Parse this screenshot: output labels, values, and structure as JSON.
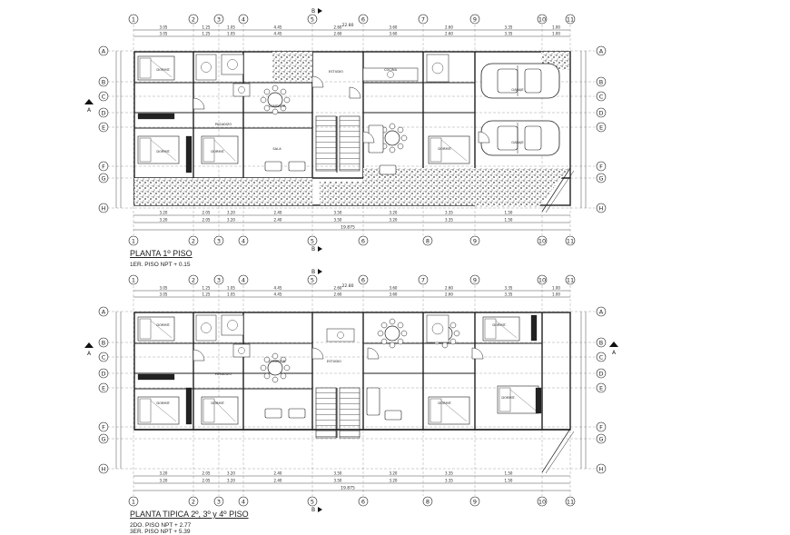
{
  "columns": [
    "1",
    "2",
    "3",
    "4",
    "5",
    "6",
    "7",
    "8",
    "9",
    "10",
    "11"
  ],
  "rows": [
    "A",
    "B",
    "C",
    "D",
    "E",
    "F",
    "G",
    "H"
  ],
  "section_letter": "B",
  "section_arrow": "A",
  "plan1": {
    "title": "PLANTA 1º PISO",
    "level_lines": [
      "1ER. PISO   NPT + 0.15"
    ],
    "top_overall": "22.80",
    "top_dims": [
      "3.05",
      "1.25",
      "1.05",
      "4.45",
      "2.60",
      "3.60",
      "2.60",
      "3.35",
      "1.00"
    ],
    "bottom_dims": [
      "3.20",
      "2.05",
      "3.20",
      "2.40",
      "3.50",
      "3.20",
      "3.35",
      "1.50"
    ],
    "bottom_overall": "19.875",
    "rooms": [
      "DORMIT.",
      "DORMIT.",
      "DORMIT.",
      "PASADIZO",
      "COMEDOR",
      "SALA",
      "COCINA",
      "ESTUDIO",
      "DORMIT.",
      "GARAJE",
      "GARAJE"
    ]
  },
  "plan2": {
    "title": "PLANTA TIPICA 2º, 3º y 4º PISO",
    "level_lines": [
      "2DO. PISO   NPT + 2.77",
      "3ER. PISO   NPT + 5.39"
    ],
    "top_overall": "22.80",
    "top_dims": [
      "3.05",
      "1.25",
      "1.05",
      "4.45",
      "2.60",
      "3.60",
      "2.60",
      "3.35",
      "1.00"
    ],
    "bottom_dims": [
      "3.20",
      "2.05",
      "3.20",
      "2.40",
      "3.50",
      "3.20",
      "3.35",
      "1.50"
    ],
    "bottom_overall": "19.875",
    "rooms": [
      "DORMIT.",
      "DORMIT.",
      "DORMIT.",
      "PASADIZO",
      "COMEDOR",
      "ESTUDIO",
      "DORMIT.",
      "DORMIT.",
      "DORMIT."
    ]
  },
  "colors": {
    "line": "#1e1e1e",
    "hatch": "#555555",
    "bg": "#ffffff"
  }
}
